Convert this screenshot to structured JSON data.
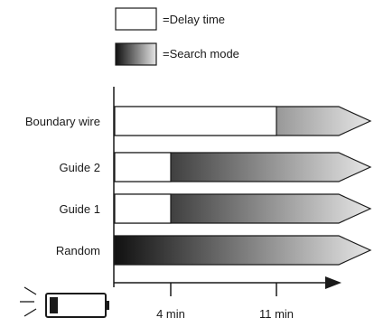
{
  "legend": {
    "delay_label": "=Delay time",
    "search_label": "=Search mode"
  },
  "rows": [
    {
      "label": "Boundary wire",
      "delay_min": 11
    },
    {
      "label": "Guide 2",
      "delay_min": 4
    },
    {
      "label": "Guide 1",
      "delay_min": 4
    },
    {
      "label": "Random",
      "delay_min": 0
    }
  ],
  "axis": {
    "ticks": [
      {
        "value": 4,
        "label": "4 min"
      },
      {
        "value": 11,
        "label": "11 min"
      }
    ]
  },
  "icons": {
    "battery": "battery-low-icon"
  },
  "colors": {
    "outline": "#1a1a1a",
    "gradient_dark": "#111111",
    "gradient_light": "#e6e6e6"
  }
}
